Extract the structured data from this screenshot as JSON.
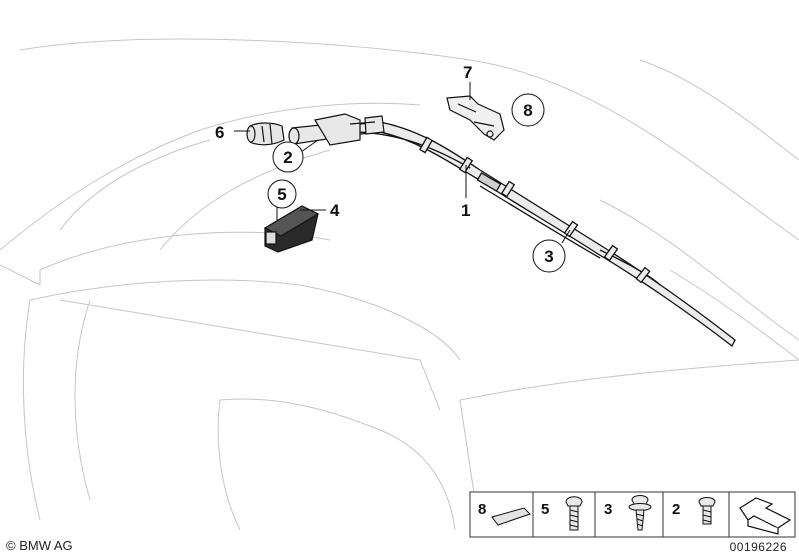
{
  "callouts": {
    "c1": "1",
    "c2": "2",
    "c3": "3",
    "c4": "4",
    "c5": "5",
    "c6": "6",
    "c7": "7",
    "c8": "8"
  },
  "legend": [
    "8",
    "5",
    "3",
    "2"
  ],
  "footer": {
    "copyright": "© BMW AG",
    "image_number": "00196226"
  },
  "colors": {
    "line": "#111111",
    "outline": "#c8c8c8",
    "part_fill": "#e6e6e6"
  }
}
